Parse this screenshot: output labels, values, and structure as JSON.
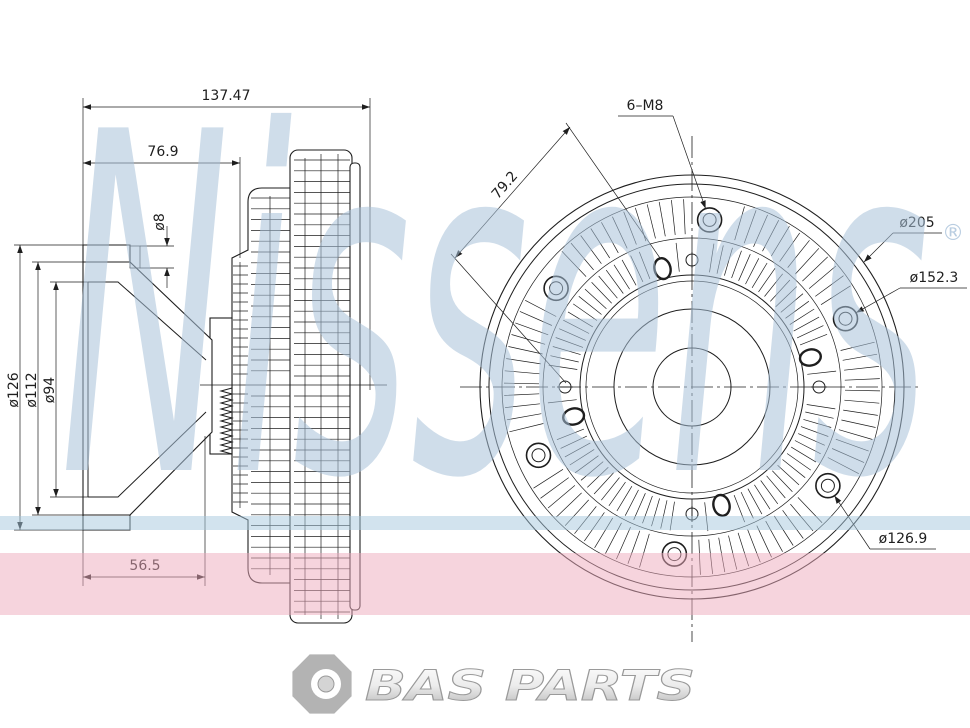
{
  "watermark": {
    "text": "Nissens",
    "registered": "®"
  },
  "side_view": {
    "overall_length": "137.47",
    "flange_offset": "76.9",
    "pilot_diameter": "ø8",
    "diameter_outer": "ø126",
    "diameter_middle": "ø112",
    "diameter_inner": "ø94",
    "hub_length": "56.5"
  },
  "front_view": {
    "thread_callout": "6–M8",
    "hole_distance": "79.2",
    "outer_diameter": "ø205",
    "bolt_circle_outer": "ø152.3",
    "bolt_circle_inner": "ø126.9"
  },
  "branding": {
    "logo_text": "BAS PARTS",
    "logo_icon": "bas-parts-emblem-icon"
  },
  "colors": {
    "line": "#1e1e1e",
    "watermark": "#a8c1d9",
    "blue_band": "#a6c8dd",
    "pink_band": "#eeaabb",
    "logo_grey": "#b3b3b3"
  }
}
